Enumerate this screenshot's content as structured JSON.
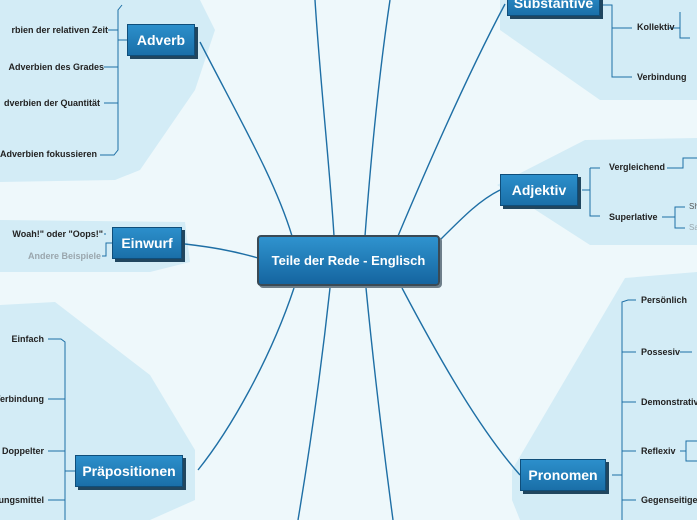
{
  "central": {
    "label": "Teile der Rede - Englisch"
  },
  "branches": {
    "adverb": "Adverb",
    "substantive": "Substantive",
    "adjektiv": "Adjektiv",
    "einwurf": "Einwurf",
    "praepositionen": "Präpositionen",
    "pronomen": "Pronomen"
  },
  "leaves": {
    "adverb": [
      "rbien der relativen Zeit",
      "Adverbien des Grades",
      "dverbien der Quantität",
      "Adverbien fokussieren"
    ],
    "substantive": [
      "Kollektiv",
      "Verbindung"
    ],
    "adjektiv": [
      "Vergleichend",
      "Superlative"
    ],
    "adjektiv_sub": [
      "Sh",
      "Sa"
    ],
    "einwurf": [
      "Woah!\" oder \"Oops!\"",
      "Andere Beispiele"
    ],
    "praepositionen": [
      "Einfach",
      "Verbindung",
      "Doppelter",
      "ungsmittel"
    ],
    "pronomen": [
      "Persönlich",
      "Possesiv",
      "Demonstrativ",
      "Reflexiv",
      "Gegenseitige"
    ]
  },
  "colors": {
    "background": "#eef8fb",
    "zone": "#d3ecf6",
    "line": "#1e6fa5",
    "node": "#1a78b4"
  }
}
